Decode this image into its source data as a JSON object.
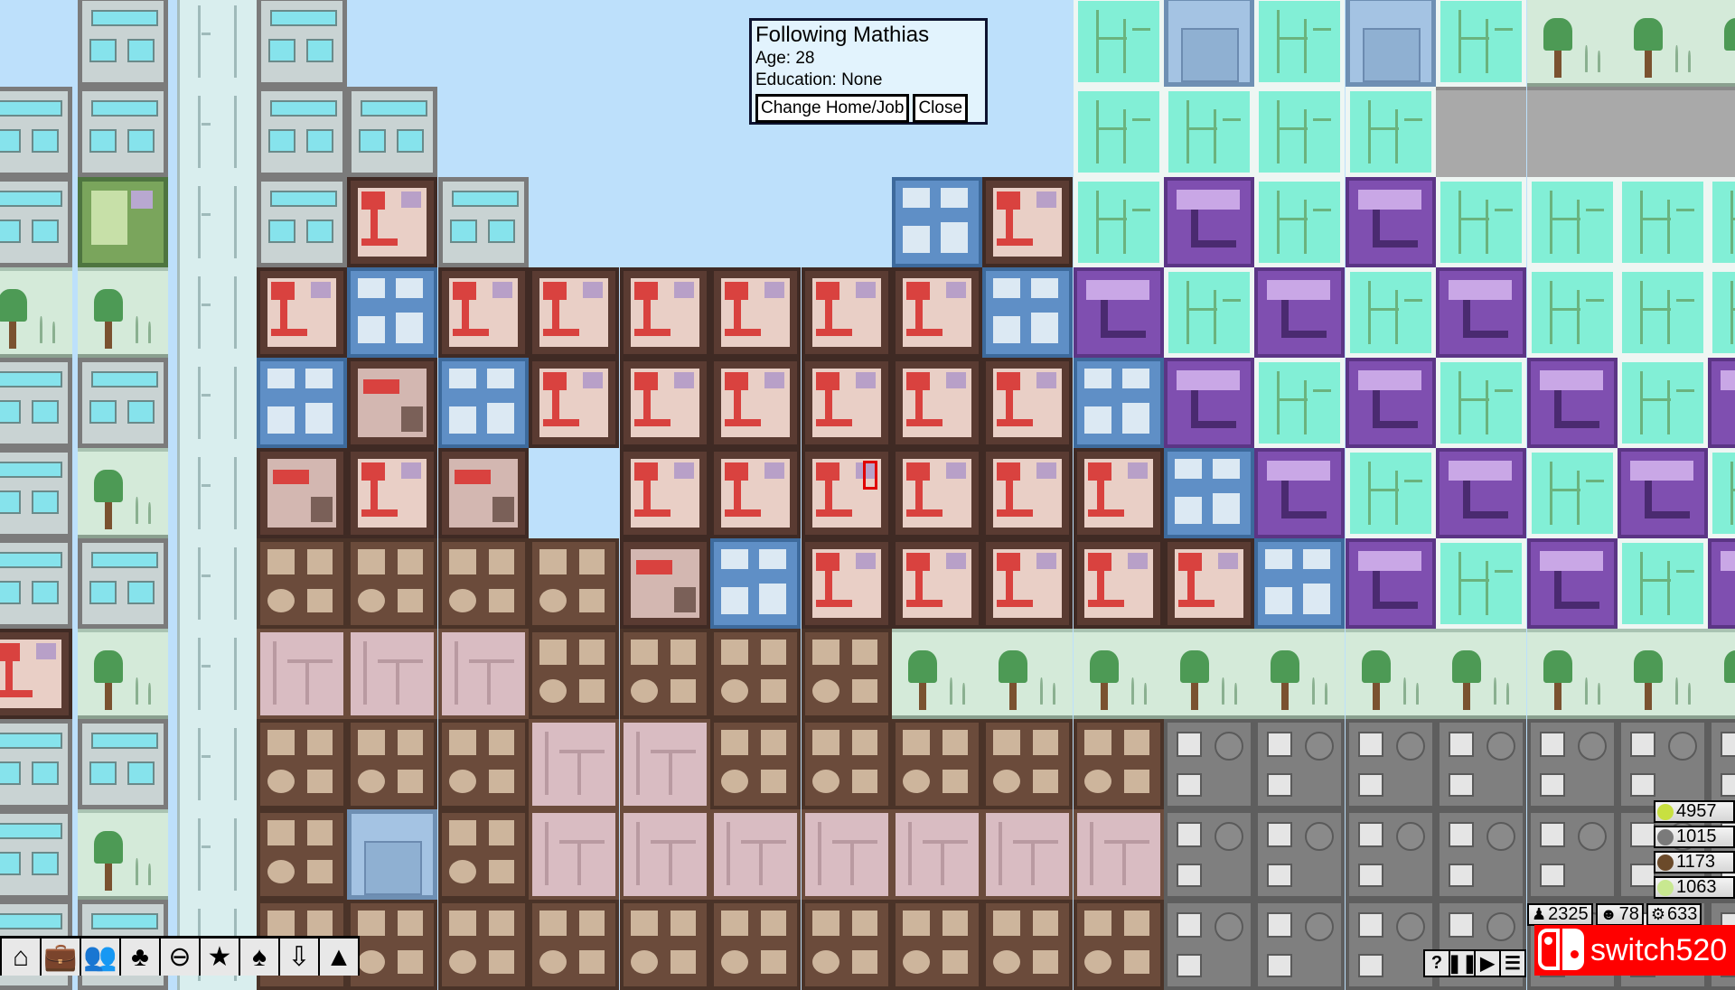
{
  "dialog": {
    "title": "Following Mathias",
    "age": "Age: 28",
    "education": "Education: None",
    "change_button": "Change Home/Job",
    "close_button": "Close"
  },
  "resources": [
    {
      "name": "food",
      "icon": "apple-icon",
      "value": "4957",
      "color": "#c8e040"
    },
    {
      "name": "stone",
      "icon": "stone-icon",
      "value": "1015",
      "color": "#7a7a7a"
    },
    {
      "name": "wood",
      "icon": "wood-icon",
      "value": "1173",
      "color": "#6b4a2a"
    },
    {
      "name": "knowledge",
      "icon": "lightbulb-icon",
      "value": "1063",
      "color": "#c8e890"
    }
  ],
  "stats": [
    {
      "name": "population",
      "icon": "person-icon",
      "glyph": "♟",
      "value": "2325"
    },
    {
      "name": "happiness",
      "icon": "smiley-icon",
      "glyph": "☻",
      "value": "78"
    },
    {
      "name": "gears",
      "icon": "gear-icon",
      "glyph": "⚙",
      "value": "633"
    }
  ],
  "toolbar": [
    {
      "name": "housing",
      "icon": "house-icon",
      "glyph": "⌂"
    },
    {
      "name": "jobs",
      "icon": "briefcase-icon",
      "glyph": "💼"
    },
    {
      "name": "people",
      "icon": "people-icon",
      "glyph": "👥"
    },
    {
      "name": "parks",
      "icon": "trees-icon",
      "glyph": "♣"
    },
    {
      "name": "transport",
      "icon": "ufo-icon",
      "glyph": "⊖"
    },
    {
      "name": "special",
      "icon": "star-icon",
      "glyph": "★"
    },
    {
      "name": "decoration",
      "icon": "tree-icon",
      "glyph": "♠"
    },
    {
      "name": "elevator",
      "icon": "elevator-icon",
      "glyph": "⇩"
    },
    {
      "name": "more",
      "icon": "triangle-icon",
      "glyph": "▲"
    }
  ],
  "controls": [
    {
      "name": "help",
      "icon": "question-icon",
      "glyph": "?"
    },
    {
      "name": "pause",
      "icon": "pause-icon",
      "glyph": "❚❚"
    },
    {
      "name": "play",
      "icon": "play-icon",
      "glyph": "▶"
    },
    {
      "name": "menu",
      "icon": "menu-icon",
      "glyph": "☰"
    }
  ],
  "watermark": {
    "text": "switch520",
    "color": "#ff0000"
  },
  "colors": {
    "sky": "#bde0fb",
    "residence_red": "#d9423f",
    "greenhouse": "#82efd6",
    "purple_building": "#7f4fb0"
  }
}
